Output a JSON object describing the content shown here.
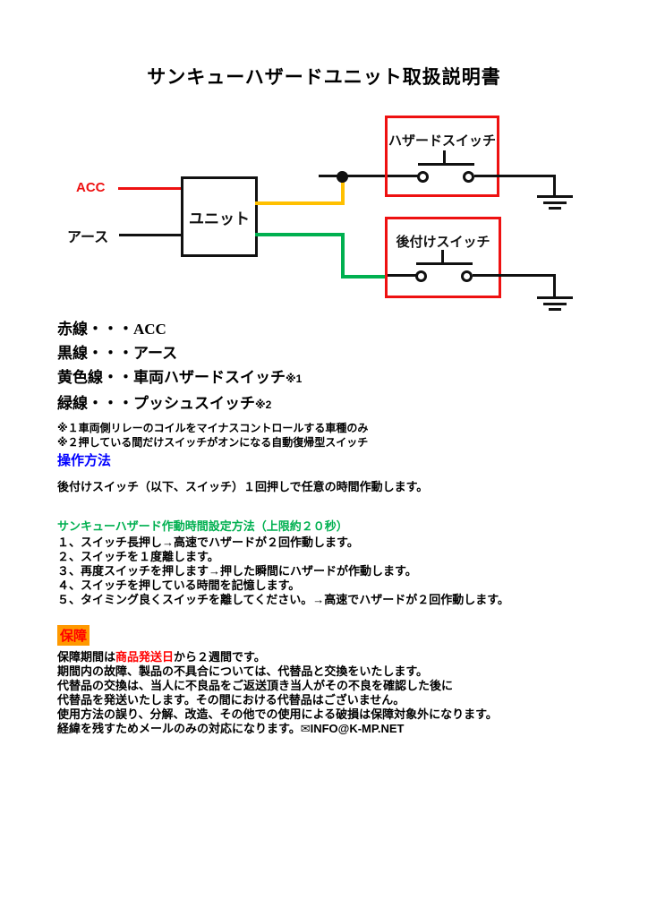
{
  "title": "サンキューハザードユニット取扱説明書",
  "diagram": {
    "acc_label": "ACC",
    "earth_label": "アース",
    "unit_label": "ユニット",
    "hazard_switch_label": "ハザードスイッチ",
    "addon_switch_label": "後付けスイッチ"
  },
  "colors": {
    "diagram_red": "#ee1111",
    "wire_yellow": "#ffc000",
    "wire_green": "#00b050",
    "heading_blue": "#0000ff",
    "heading_green": "#00b050",
    "badge_background": "#ff9900",
    "badge_text": "#ff0000"
  },
  "legend": {
    "red_label": "赤線・・・",
    "red_value": "ACC",
    "black_line": "黒線・・・アース",
    "yellow_line": "黄色線・・車両ハザードスイッチ",
    "yellow_ref": "※1",
    "green_line": "緑線・・・プッシュスイッチ",
    "green_ref": "※2",
    "notes": [
      "※１車両側リレーのコイルをマイナスコントロールする車種のみ",
      "※２押している間だけスイッチがオンになる自動復帰型スイッチ"
    ]
  },
  "operation": {
    "heading": "操作方法",
    "body": "後付けスイッチ（以下、スイッチ）１回押しで任意の時間作動します。"
  },
  "timing": {
    "heading": "サンキューハザード作動時間設定方法（上限約２０秒）",
    "steps": [
      "１、スイッチ長押し→高速でハザードが２回作動します。",
      "２、スイッチを１度離します。",
      "３、再度スイッチを押します→押した瞬間にハザードが作動します。",
      "４、スイッチを押している時間を記憶します。",
      "５、タイミング良くスイッチを離してください。→高速でハザードが２回作動します。"
    ]
  },
  "warranty": {
    "badge": "保障",
    "line1_pre": "保障期間は",
    "line1_red": "商品発送日",
    "line1_post": "から２週間です。",
    "lines": [
      "期間内の故障、製品の不具合については、代替品と交換をいたします。",
      "代替品の交換は、当人に不良品をご返送頂き当人がその不良を確認した後に",
      "代替品を発送いたします。その間における代替品はございません。",
      "使用方法の誤り、分解、改造、その他での使用による破損は保障対象外になります。",
      "経緯を残すためメールのみの対応になります。"
    ],
    "email_icon": "✉",
    "email": "INFO@K-MP.NET"
  }
}
